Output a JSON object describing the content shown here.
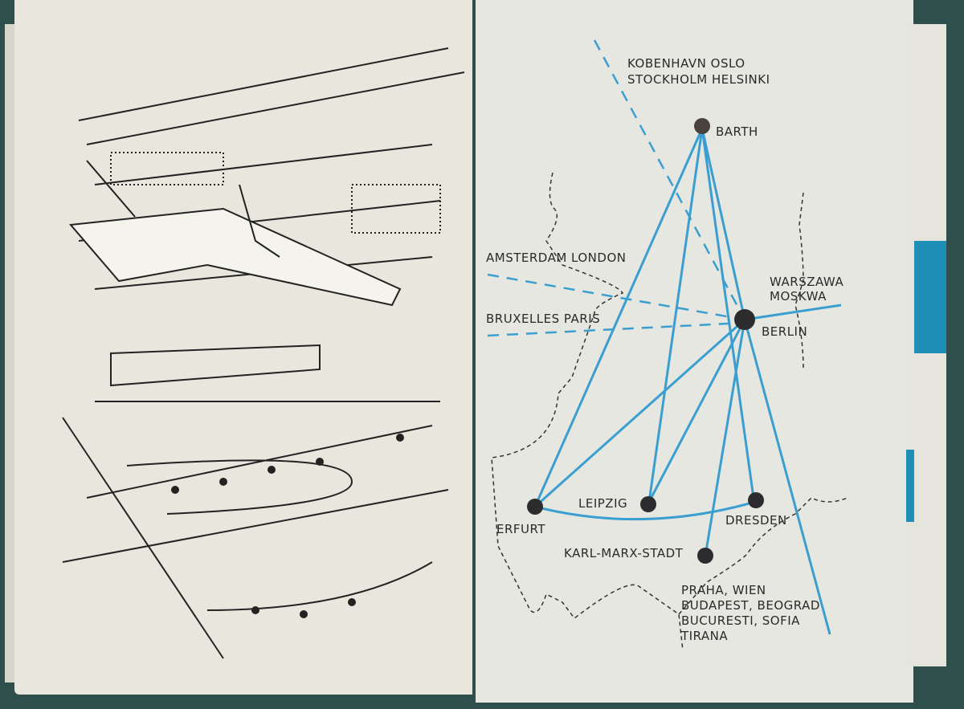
{
  "map": {
    "route_color": "#3a9fd0",
    "cities": [
      {
        "name": "BARTH"
      },
      {
        "name": "BERLIN"
      },
      {
        "name": "LEIPZIG"
      },
      {
        "name": "ERFURT"
      },
      {
        "name": "DRESDEN"
      },
      {
        "name": "KARL-MARX-STADT"
      }
    ],
    "destinations": {
      "north_1": "KOBENHAVN OSLO",
      "north_2": "STOCKHOLM HELSINKI",
      "west_1": "AMSTERDAM LONDON",
      "west_2": "BRUXELLES PARIS",
      "east_1": "WARSZAWA",
      "east_2": "MOSKWA",
      "south_1": "PRAHA, WIEN",
      "south_2": "BUDAPEST, BEOGRAD",
      "south_3": "BUCURESTI, SOFIA",
      "south_4": "TIRANA"
    }
  }
}
